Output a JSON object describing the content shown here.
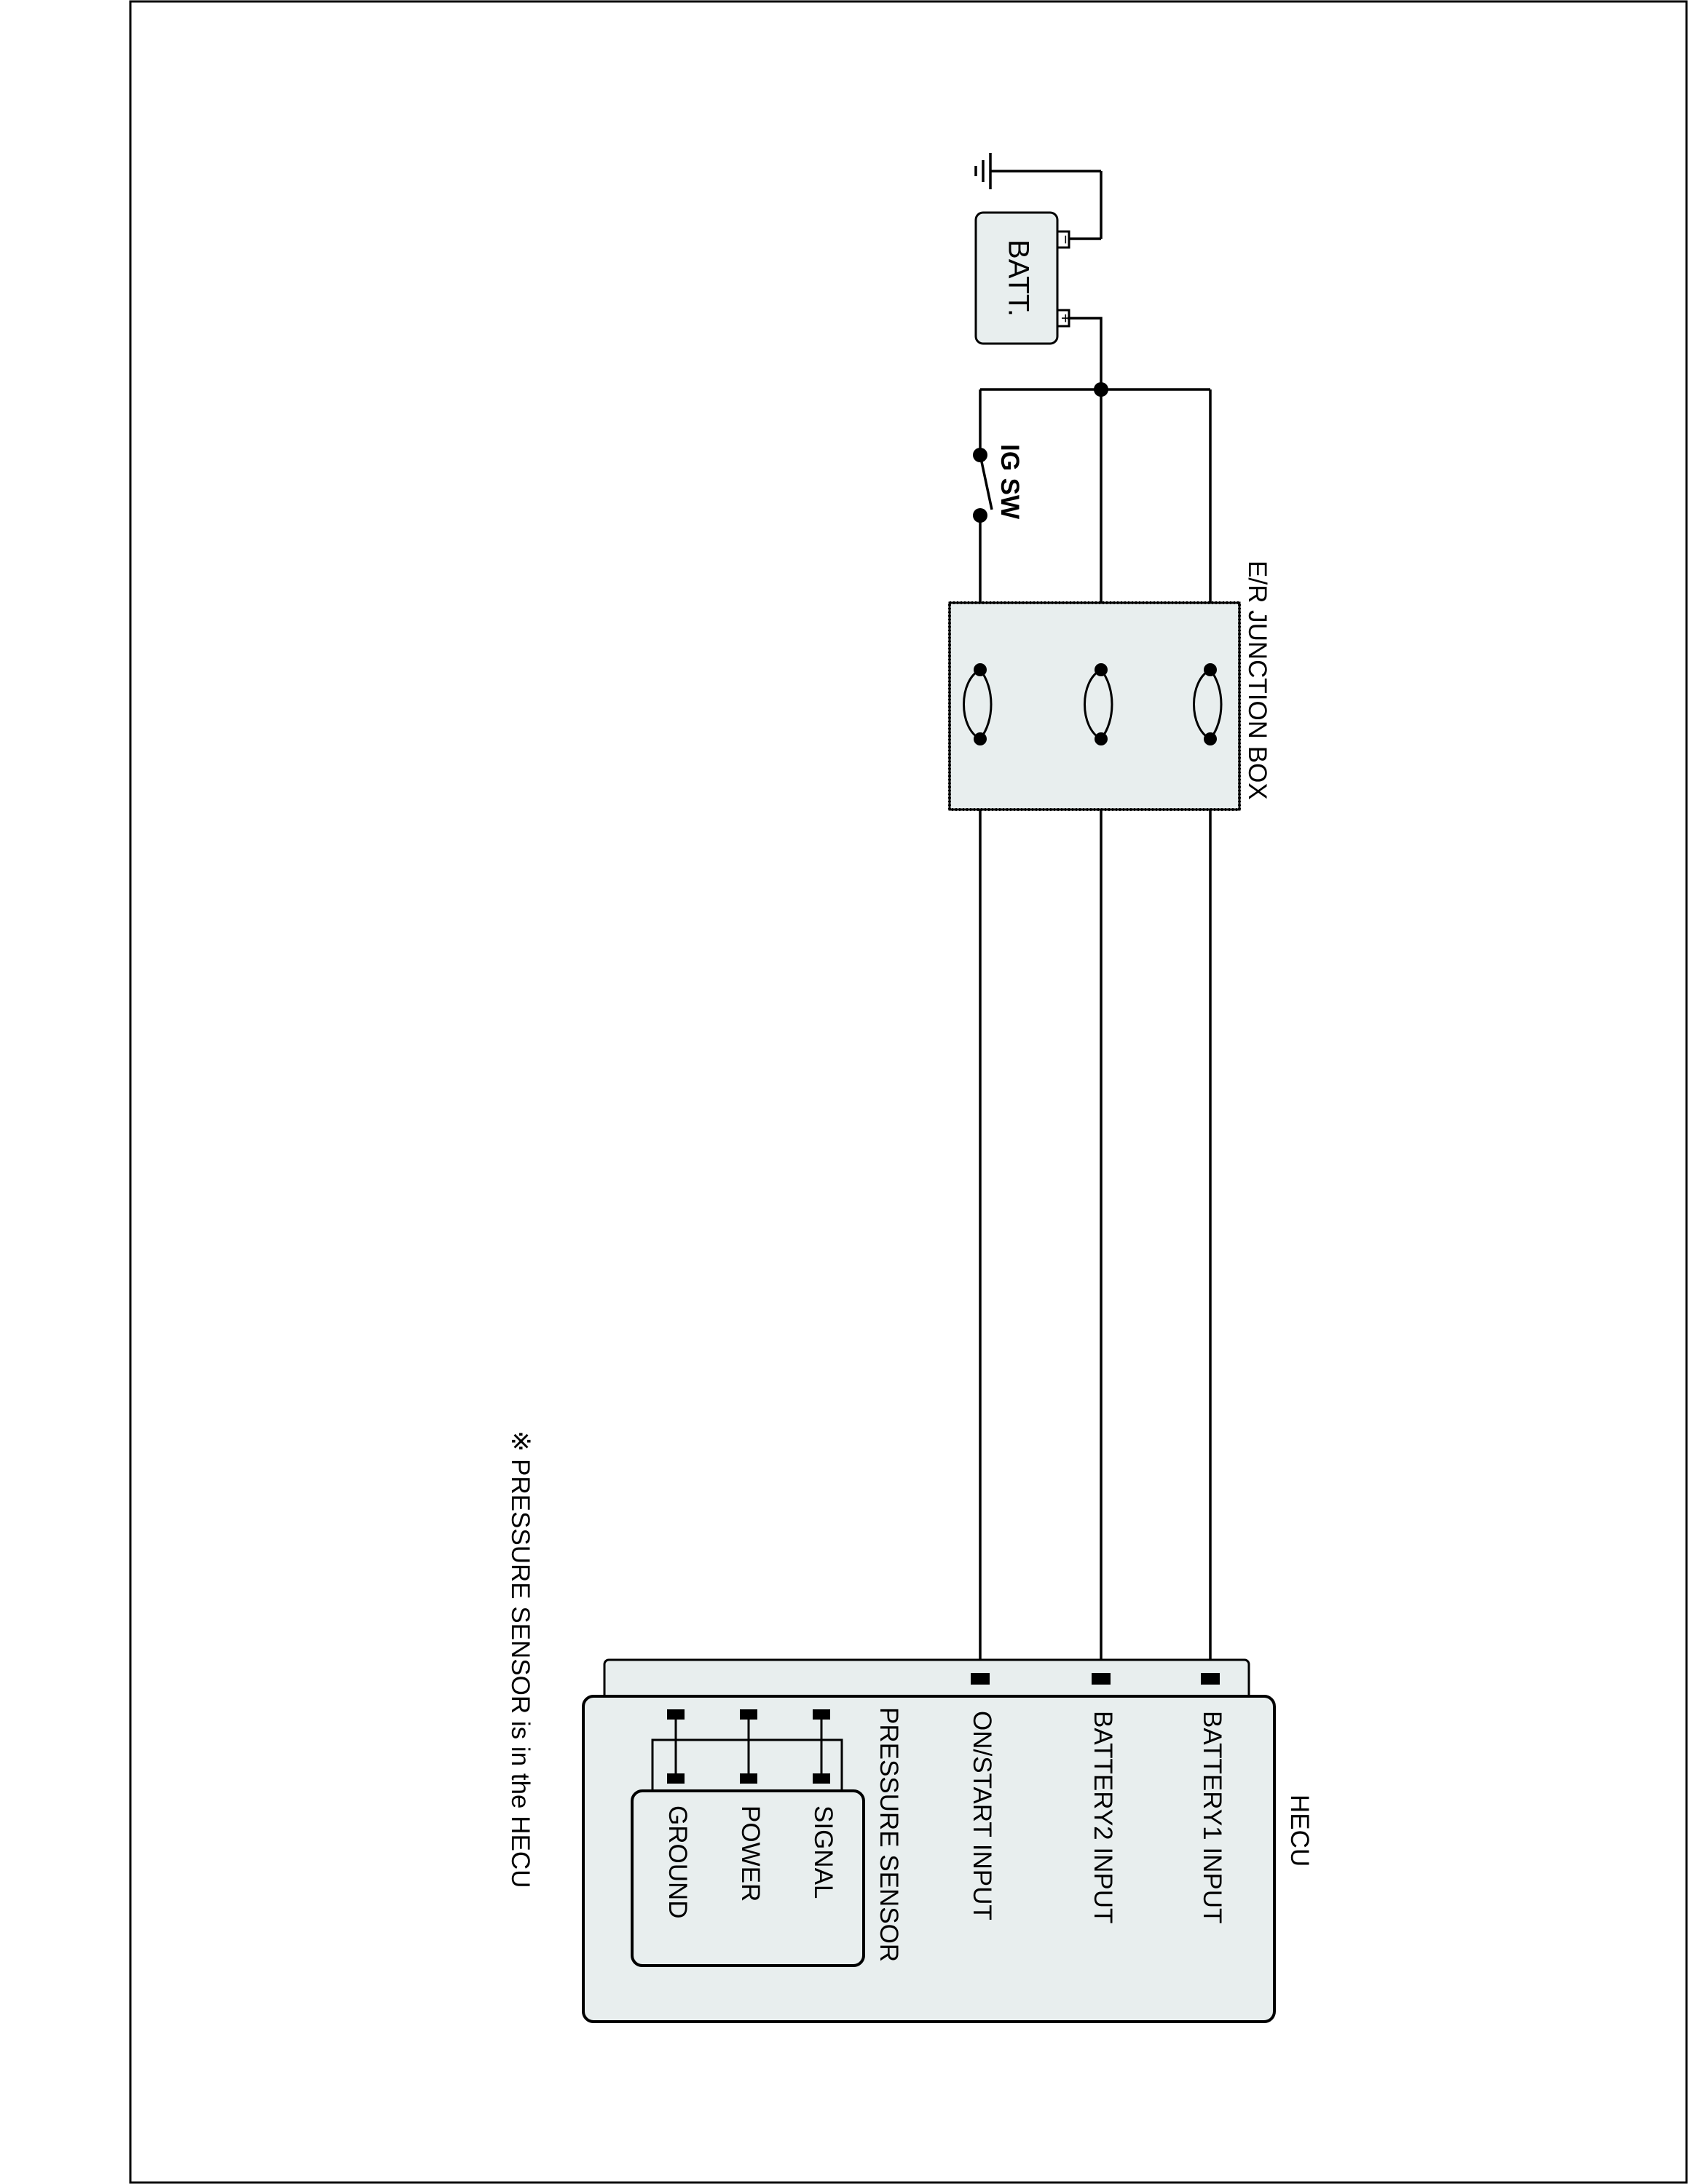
{
  "components": {
    "battery": {
      "label": "BATT.",
      "minus_symbol": "−",
      "plus_symbol": "+"
    },
    "ignition_switch": {
      "label": "IG SW"
    },
    "junction_box": {
      "label": "E/R JUNCTION BOX"
    },
    "hecu": {
      "label": "HECU",
      "inputs": [
        "BATTERY1 INPUT",
        "BATTERY2 INPUT",
        "ON/START INPUT"
      ],
      "sensor_title": "PRESSURE SENSOR",
      "sensor_pins": [
        "SIGNAL",
        "POWER",
        "GROUND"
      ]
    }
  },
  "note": "※ PRESSURE SENSOR is in the HECU"
}
